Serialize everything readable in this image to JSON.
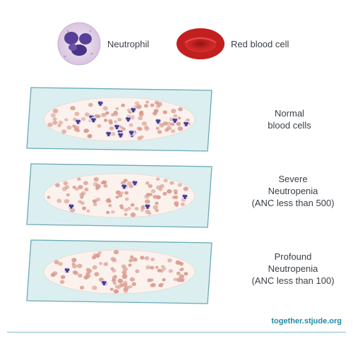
{
  "legend": {
    "neutrophil_label": "Neutrophil",
    "rbc_label": "Red blood cell"
  },
  "slides": [
    {
      "lines": [
        "Normal",
        "blood cells"
      ],
      "neutrophil_count": "many"
    },
    {
      "lines": [
        "Severe",
        "Neutropenia",
        "(ANC less than 500)"
      ],
      "neutrophil_count": "few"
    },
    {
      "lines": [
        "Profound",
        "Neutropenia",
        "(ANC less than 100)"
      ],
      "neutrophil_count": "very few"
    }
  ],
  "footer": {
    "url": "together.stjude.org"
  },
  "colors": {
    "slide_fill": "#dbeff0",
    "slide_stroke": "#6aa9b4",
    "smear_fill": "#fbf2ee",
    "rbc": "#d99a8c",
    "neutrophil_nucleus": "#4a3a8c",
    "accent": "#1f8aa4"
  }
}
